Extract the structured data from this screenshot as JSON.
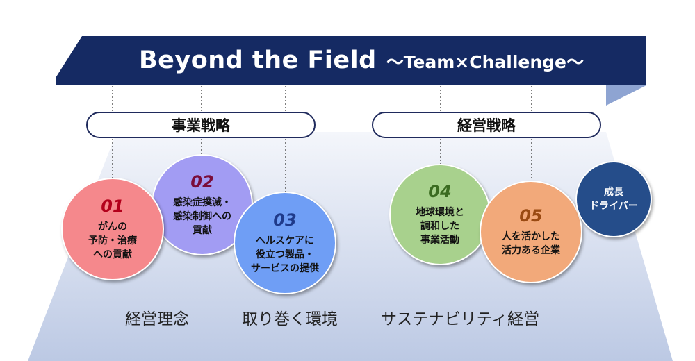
{
  "banner": {
    "title": "Beyond the Field",
    "subtitle": "～Team×Challenge～"
  },
  "strategies": [
    {
      "label": "事業戦略"
    },
    {
      "label": "経営戦略"
    }
  ],
  "circles": [
    {
      "number": "01",
      "text": "がんの\n予防・治療\nへの貢献",
      "fill": "#f5888c",
      "number_color": "#b3001b"
    },
    {
      "number": "02",
      "text": "感染症撲滅・\n感染制御への\n貢献",
      "fill": "#a29cf3",
      "number_color": "#7a0d3a"
    },
    {
      "number": "03",
      "text": "ヘルスケアに\n役立つ製品・\nサービスの提供",
      "fill": "#6f9ef5",
      "number_color": "#1f3a8a"
    },
    {
      "number": "04",
      "text": "地球環境と\n調和した\n事業活動",
      "fill": "#a8d18d",
      "number_color": "#3b6b21"
    },
    {
      "number": "05",
      "text": "人を活かした\n活力ある企業",
      "fill": "#f2a97a",
      "number_color": "#9a4a12"
    }
  ],
  "driver": {
    "text": "成長\nドライバー",
    "fill": "#254d8a"
  },
  "bottom_labels": [
    {
      "text": "経営理念"
    },
    {
      "text": "取り巻く環境"
    },
    {
      "text": "サステナビリティ経営"
    }
  ],
  "colors": {
    "banner": "#152a63",
    "banner_accent": "#8ea4d2",
    "trapezoid_top": "#f4f6fb",
    "trapezoid_bottom": "#bcc9e4"
  }
}
